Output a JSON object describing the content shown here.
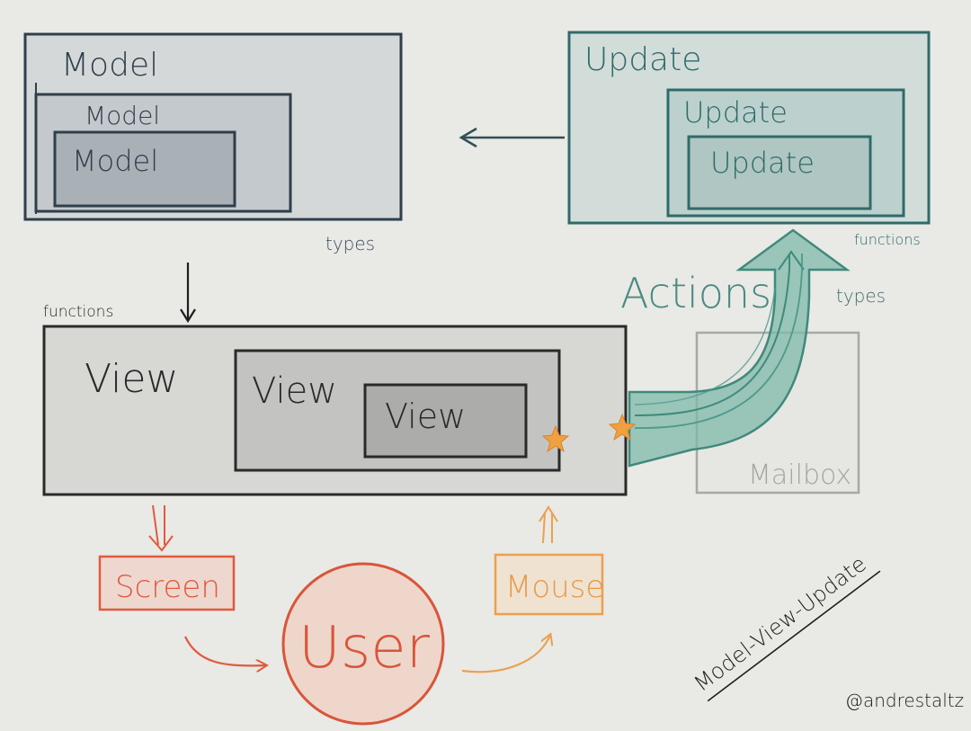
{
  "model": {
    "title": "Model",
    "inner_title": "Model",
    "innermost_title": "Model",
    "annotation": "types"
  },
  "update": {
    "title": "Update",
    "inner_title": "Update",
    "innermost_title": "Update",
    "annotation": "functions"
  },
  "view": {
    "annotation": "functions",
    "title": "View",
    "inner_title": "View",
    "innermost_title": "View"
  },
  "actions": {
    "label": "Actions",
    "annotation": "types"
  },
  "mailbox": {
    "label": "Mailbox"
  },
  "screen": {
    "label": "Screen"
  },
  "user": {
    "label": "User"
  },
  "mouse": {
    "label": "Mouse"
  },
  "caption": {
    "title": "Model-View-Update",
    "author": "@andrestaltz"
  },
  "colors": {
    "background": "#e9e9e5",
    "model_stroke": "#2f3f4b",
    "model_fill": "#b7bec3",
    "update_stroke": "#2f6b6a",
    "update_fill": "#bdd0cc",
    "view_stroke": "#2a2a2a",
    "view_fill": "#c7c8c5",
    "actions_arrow": "#5c9d90",
    "mailbox_stroke": "#a8a8a5",
    "screen_color": "#e05a3e",
    "user_color": "#d9553a",
    "mouse_color": "#eaa050",
    "star_color": "#f0a040"
  }
}
